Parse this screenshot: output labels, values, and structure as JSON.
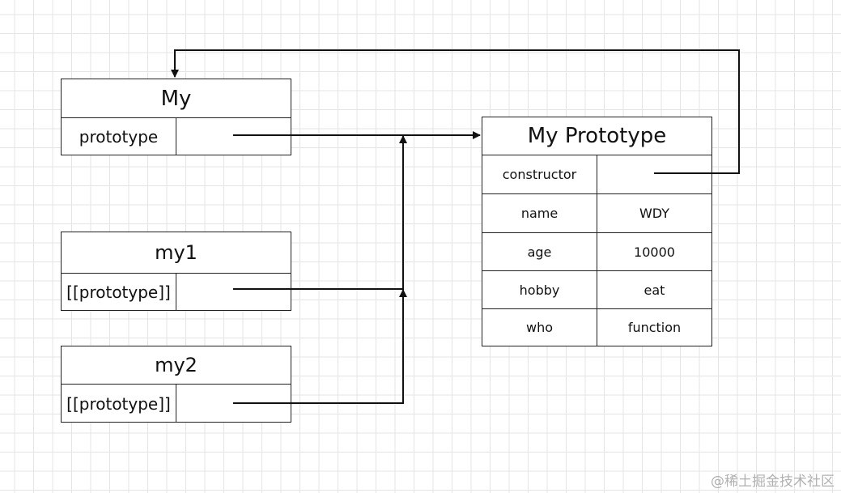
{
  "my_box": {
    "title": "My",
    "prototype_label": "prototype"
  },
  "my1_box": {
    "title": "my1",
    "prototype_label": "[[prototype]]"
  },
  "my2_box": {
    "title": "my2",
    "prototype_label": "[[prototype]]"
  },
  "prototype_box": {
    "title": "My Prototype",
    "rows": [
      {
        "key": "constructor",
        "value": ""
      },
      {
        "key": "name",
        "value": "WDY"
      },
      {
        "key": "age",
        "value": "10000"
      },
      {
        "key": "hobby",
        "value": "eat"
      },
      {
        "key": "who",
        "value": "function"
      }
    ]
  },
  "watermark": "@稀土掘金技术社区"
}
